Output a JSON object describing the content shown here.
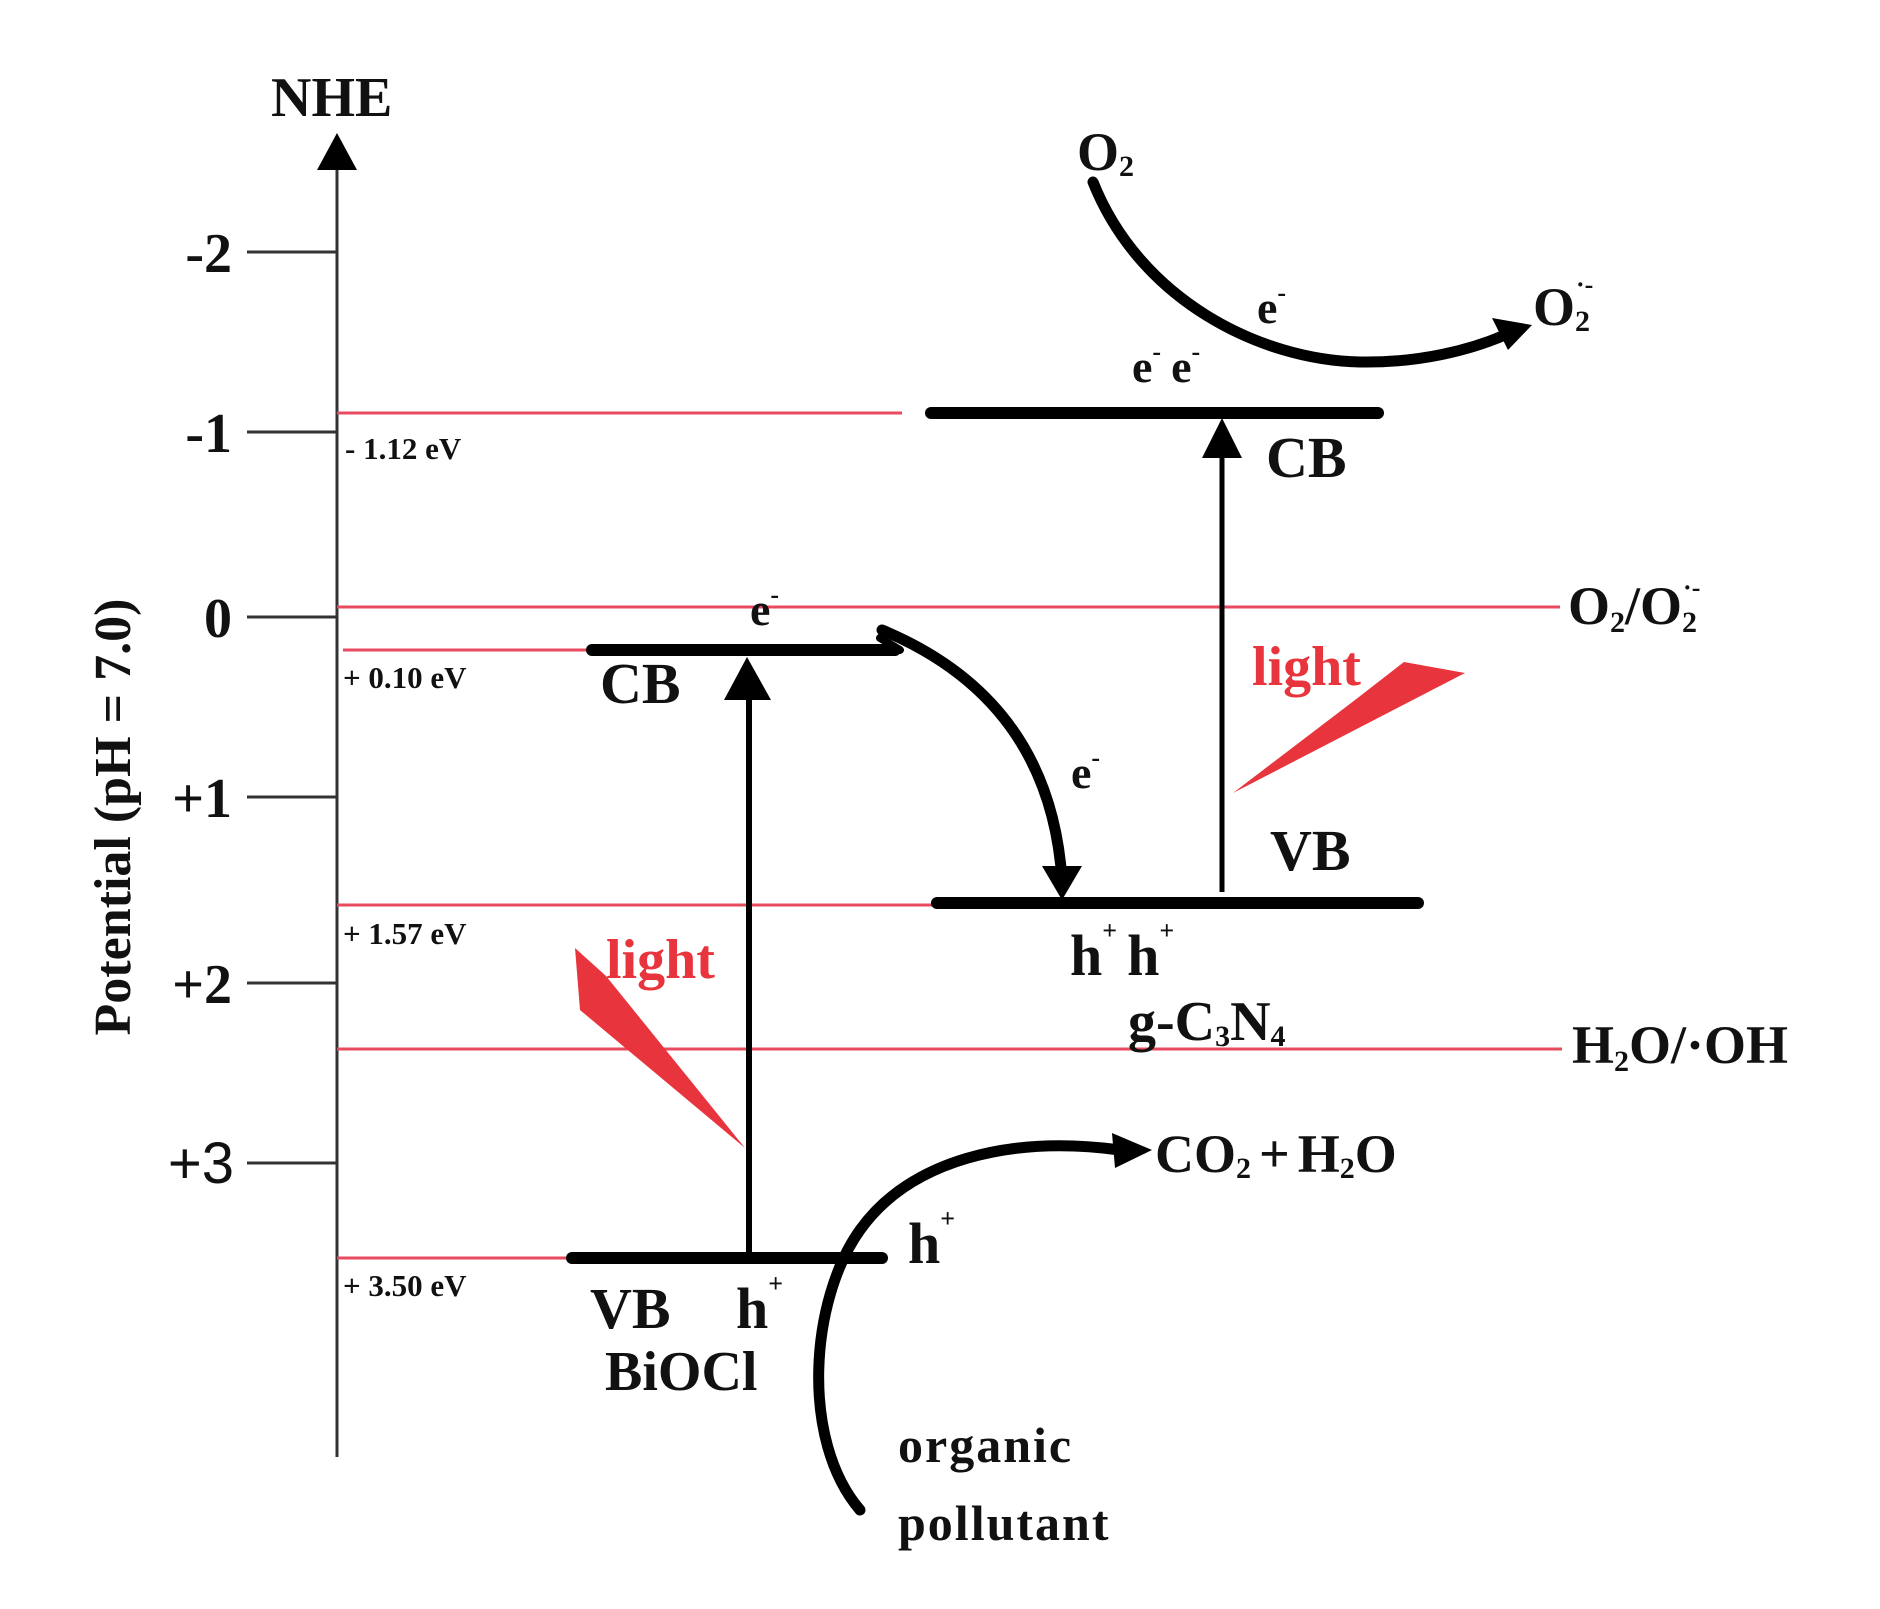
{
  "figure": {
    "axis_title": "NHE",
    "ylabel": "Potential (pH = 7.0)",
    "colors": {
      "axis": "#333333",
      "reference_line": "#e84a5f",
      "band": "#000000",
      "light": "#e8343c",
      "text": "#111111"
    }
  },
  "ticks": [
    {
      "label": "-2",
      "value": -2
    },
    {
      "label": "-1",
      "value": -1
    },
    {
      "label": "0",
      "value": 0
    },
    {
      "label": "+1",
      "value": 1
    },
    {
      "label": "+2",
      "value": 2
    },
    {
      "label": "+3",
      "value": 3
    }
  ],
  "levels": {
    "gcn_cb": "- 1.12 eV",
    "biocl_cb": "+ 0.10 eV",
    "gcn_vb": "+ 1.57 eV",
    "biocl_vb": "+ 3.50 eV"
  },
  "redox": {
    "o2": {
      "label_main": "O",
      "label_sub": "2",
      "label_sep": "/",
      "label_main2": "O",
      "label_sub2": "2",
      "label_sup2": "·-"
    },
    "h2o": {
      "label_main": "H",
      "label_sub": "2",
      "label_rest": "O/·OH"
    }
  },
  "biocl": {
    "name": "BiOCl",
    "cb_label": "CB",
    "vb_label": "VB",
    "electron": "e",
    "electron_sup": "-",
    "hole": "h",
    "hole_sup": "+",
    "light_label": "light"
  },
  "gcn": {
    "name_g": "g-C",
    "name_sub1": "3",
    "name_n": "N",
    "name_sub2": "4",
    "cb_label": "CB",
    "vb_label": "VB",
    "electrons": "e",
    "electron_sup": "-",
    "hole": "h",
    "hole_sup": "+",
    "light_label": "light"
  },
  "transfer": {
    "electron": "e",
    "electron_sup": "-"
  },
  "o2_reduction": {
    "reactant_main": "O",
    "reactant_sub": "2",
    "product_main": "O",
    "product_sub": "2",
    "product_sup": "·-",
    "electron": "e",
    "electron_sup": "-"
  },
  "oxidation": {
    "hole": "h",
    "hole_sup": "+",
    "product_co2_main": "CO",
    "product_co2_sub": "2",
    "plus": "+",
    "product_h2o_h": "H",
    "product_h2o_sub": "2",
    "product_h2o_o": "O",
    "reactant_line1": "organic",
    "reactant_line2": "pollutant"
  },
  "chart_data": {
    "type": "energy_band_diagram",
    "title": "",
    "xlabel": "",
    "ylabel": "Potential (pH = 7.0)",
    "axis_reference": "NHE",
    "ylim": [
      -2.5,
      3.5
    ],
    "y_inverted": true,
    "ticks": [
      -2,
      -1,
      0,
      1,
      2,
      3
    ],
    "materials": [
      {
        "name": "BiOCl",
        "CB_eV": 0.1,
        "VB_eV": 3.5
      },
      {
        "name": "g-C3N4",
        "CB_eV": -1.12,
        "VB_eV": 1.57
      }
    ],
    "reference_potentials": [
      {
        "label": "O2/O2·-",
        "approx_eV": -0.05
      },
      {
        "label": "H2O/·OH",
        "approx_eV": 2.4
      }
    ],
    "processes": [
      "light excites BiOCl VB → CB",
      "light excites g-C3N4 VB → CB",
      "e- from BiOCl CB → g-C3N4 VB",
      "e- on g-C3N4 CB reduce O2 → O2·-",
      "h+ on BiOCl VB oxidize organic pollutant → CO2 + H2O"
    ]
  }
}
